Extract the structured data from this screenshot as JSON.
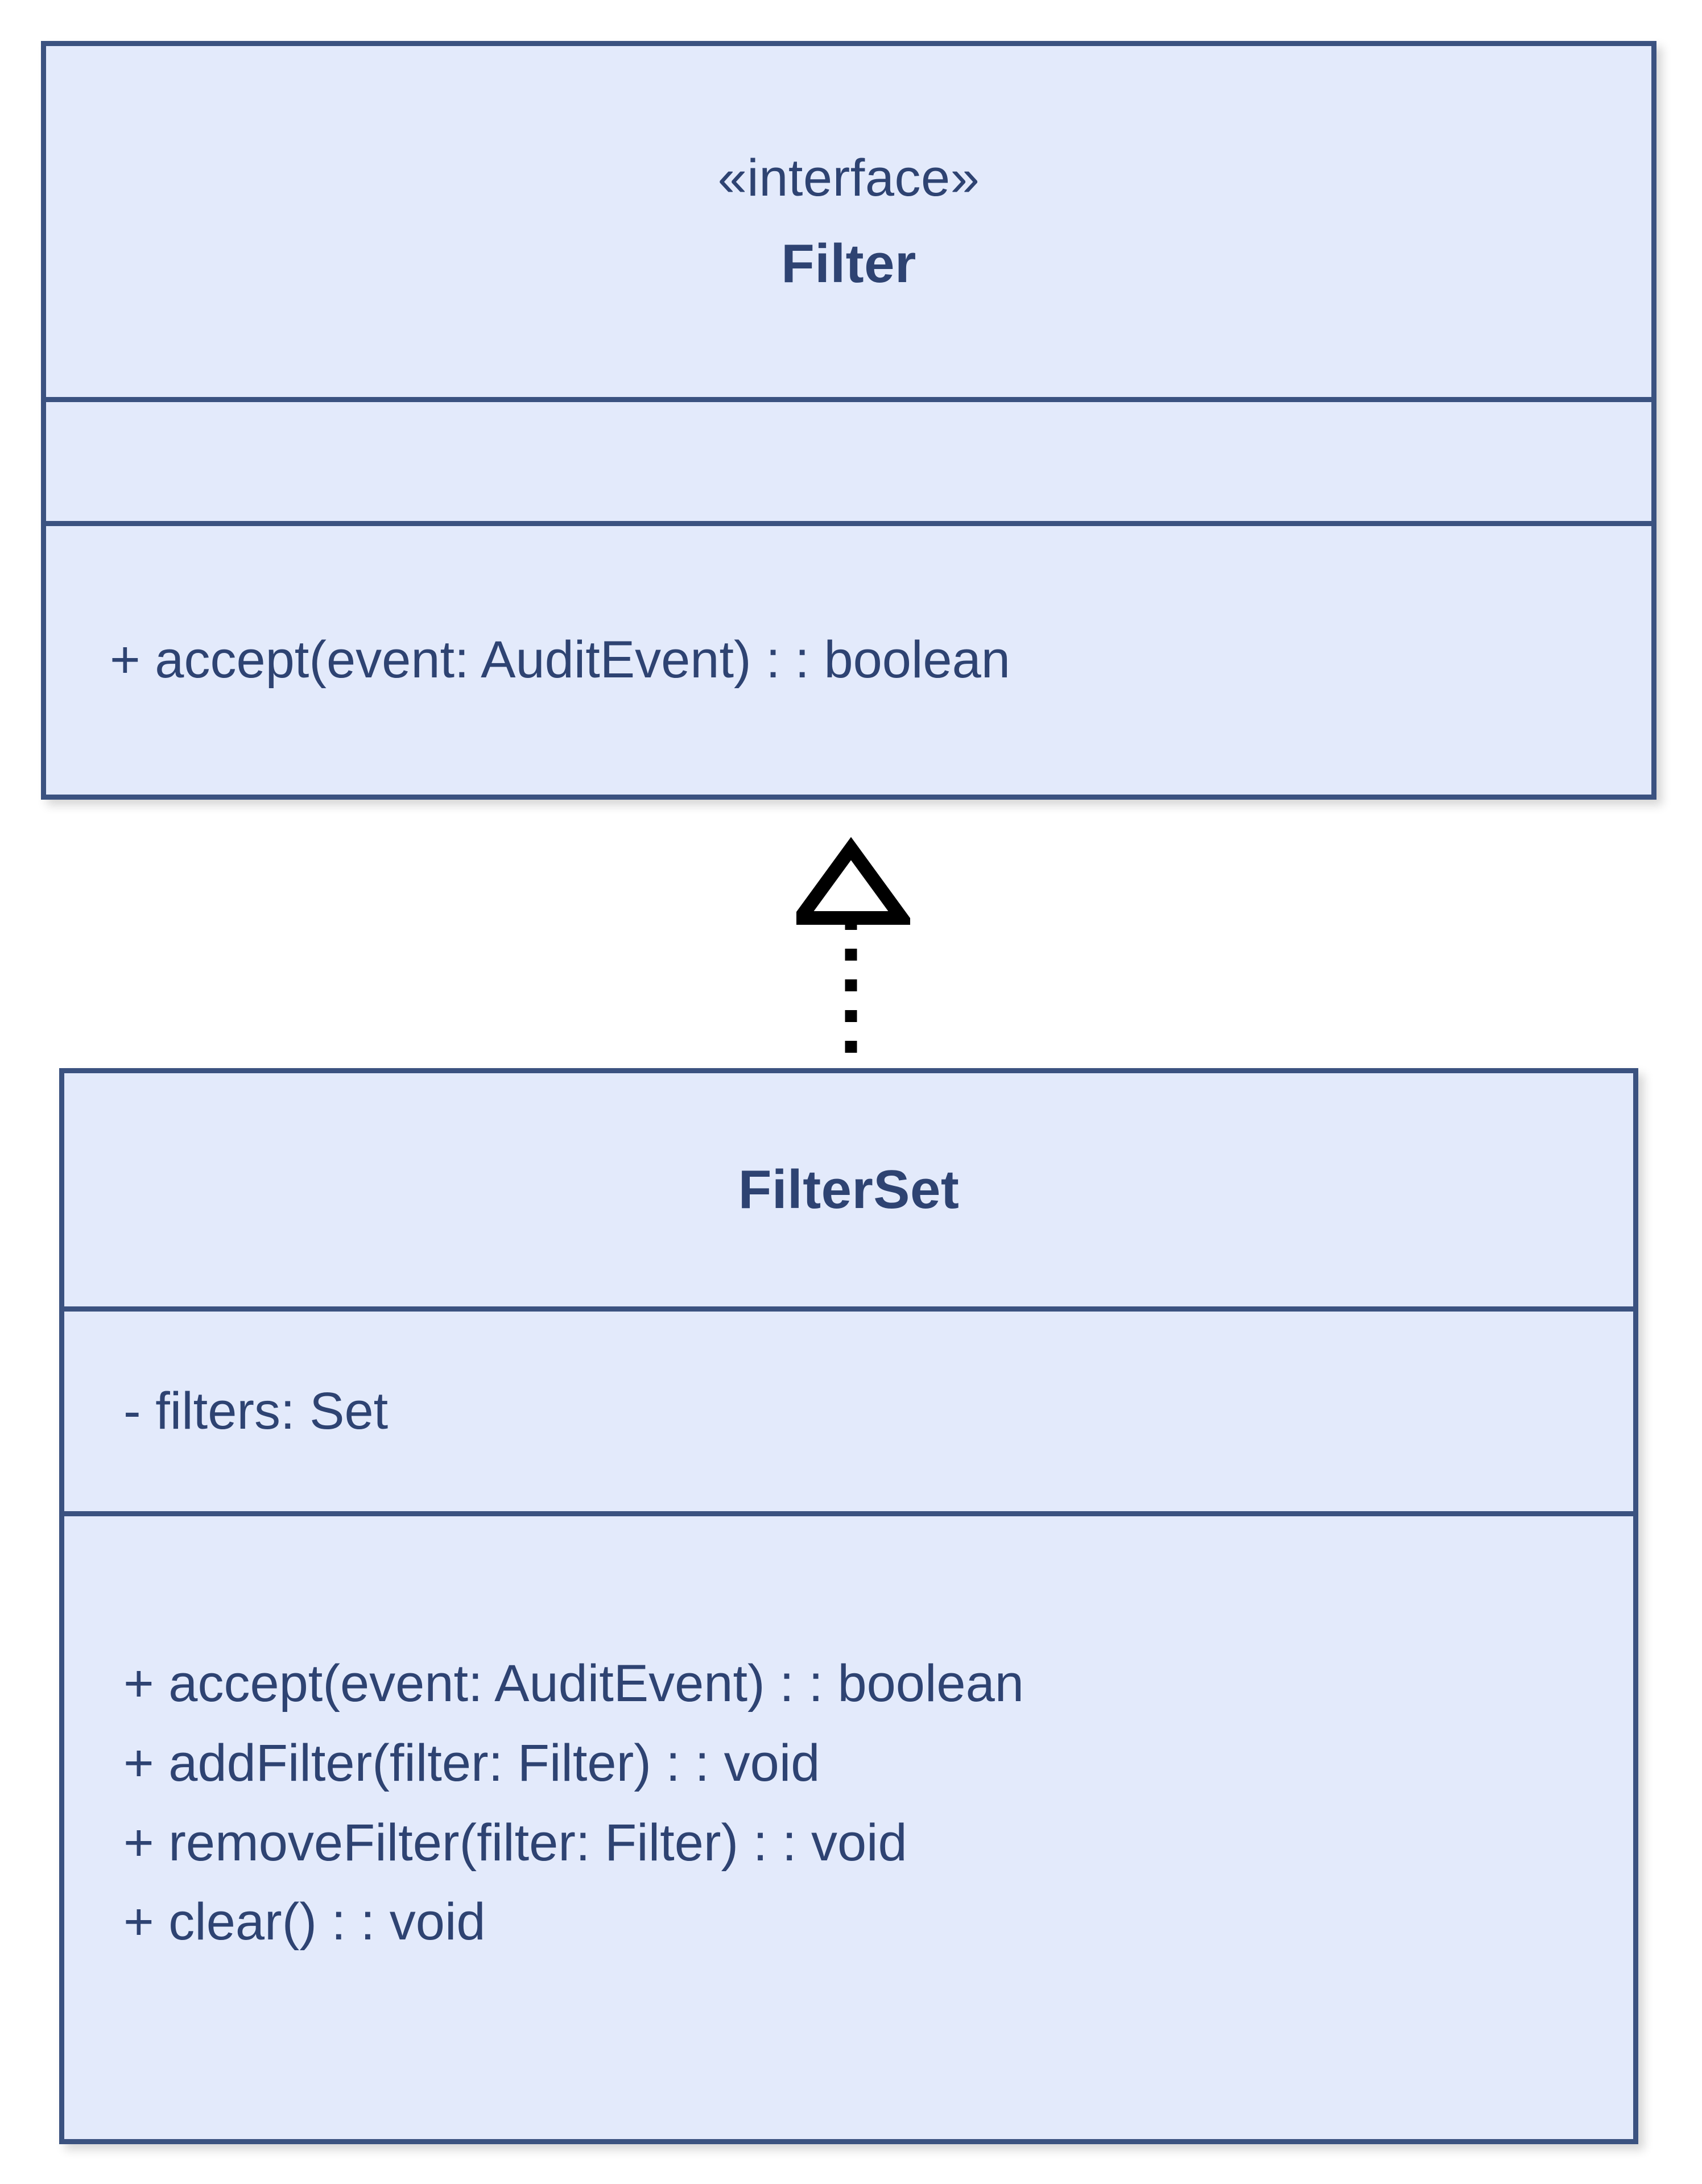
{
  "diagram": {
    "type": "uml-class-diagram",
    "background_color": "#ffffff",
    "classes": [
      {
        "id": "filter",
        "stereotype": "«interface»",
        "name": "Filter",
        "attributes": [],
        "operations": [
          "+ accept(event: AuditEvent) : : boolean"
        ]
      },
      {
        "id": "filterset",
        "stereotype": "",
        "name": "FilterSet",
        "attributes": [
          "- filters: Set"
        ],
        "operations": [
          "+ accept(event: AuditEvent) : : boolean",
          "+ addFilter(filter: Filter) : : void",
          "+ removeFilter(filter: Filter) : : void",
          "+ clear() : : void"
        ]
      }
    ],
    "relationships": [
      {
        "id": "realization-filterset-filter",
        "kind": "realization",
        "source": "FilterSet",
        "target": "Filter",
        "line_style": "dotted",
        "arrowhead": "hollow-triangle",
        "color": "#000000"
      }
    ],
    "colors": {
      "class_fill": "#e3eafb",
      "class_border": "#3b5280",
      "text": "#2e4372",
      "connector": "#000000"
    }
  }
}
